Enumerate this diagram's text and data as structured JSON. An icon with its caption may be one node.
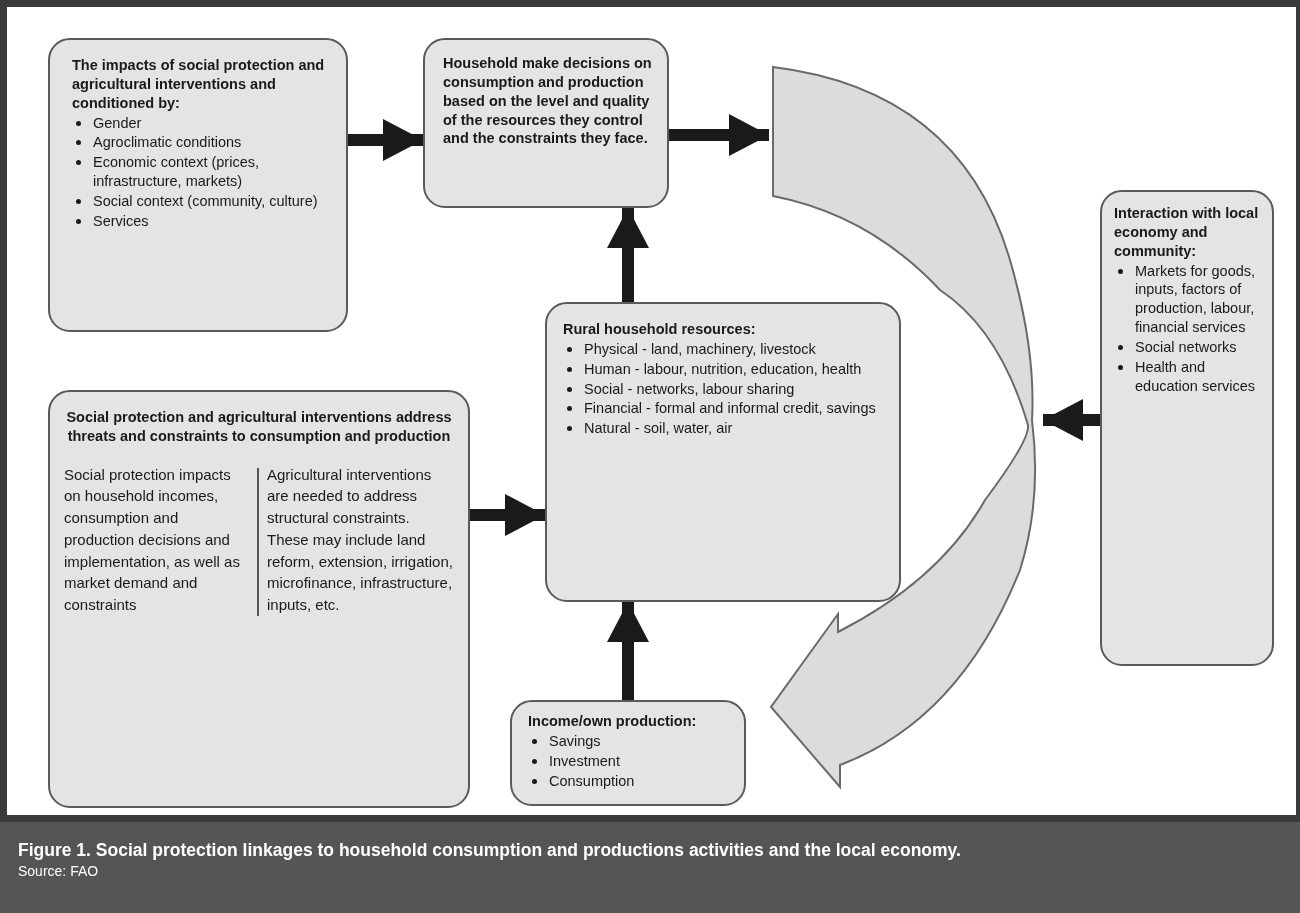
{
  "diagram": {
    "caption": "Figure 1. Social protection linkages to household consumption and productions activities and the local economy.",
    "nodes": [
      {
        "text": [
          "The impacts of social protection and agricultural interventions and conditioned by:",
          "Gender",
          "Agroclimatic conditions",
          "Economic context (prices, infrastructure, markets)",
          "Social context (community, culture)",
          "Services"
        ]
      },
      {
        "text": [
          "Household make decisions on consumption and production based on the level and quality of the resources they control and the constraints they face."
        ]
      },
      {
        "text": [],
        "shape": "arrow"
      },
      {
        "text": [
          "Interaction with local economy and community:",
          "Markets for goods, inputs, factors of production, labour, financial services",
          "Social networks",
          "Health and education services"
        ]
      },
      {
        "text": [
          "Social protection and agricultural interventions address threats and constraints to consumption and production",
          "Social protection impacts on household incomes, consumption and production decisions and implementation, as well as market demand and constraints",
          "Agricultural interventions are needed to address structural constraints. These may include land reform, extension, irrigation, microfinance, infrastructure, inputs, etc."
        ]
      },
      {
        "text": [
          "Rural household resources:",
          "Physical - land, machinery, livestock",
          "Human - labour, nutrition, education, health",
          "Social - networks, labour sharing",
          "Financial - formal and informal credit, savings",
          "Natural - soil, water, air"
        ]
      },
      {
        "text": [
          "Income/own production:",
          "Savings",
          "Investment",
          "Consumption"
        ]
      }
    ],
    "edges": [
      {
        "from": 0,
        "to": 1,
        "arrow": "to"
      },
      {
        "from": 1,
        "to": 2,
        "arrow": "to"
      },
      {
        "from": 5,
        "to": 1,
        "arrow": "to"
      },
      {
        "from": 4,
        "to": 5,
        "arrow": "to"
      },
      {
        "from": 6,
        "to": 5,
        "arrow": "to"
      },
      {
        "from": 3,
        "to": 2,
        "arrow": "to"
      }
    ],
    "labels": [
      "Source: FAO"
    ]
  }
}
